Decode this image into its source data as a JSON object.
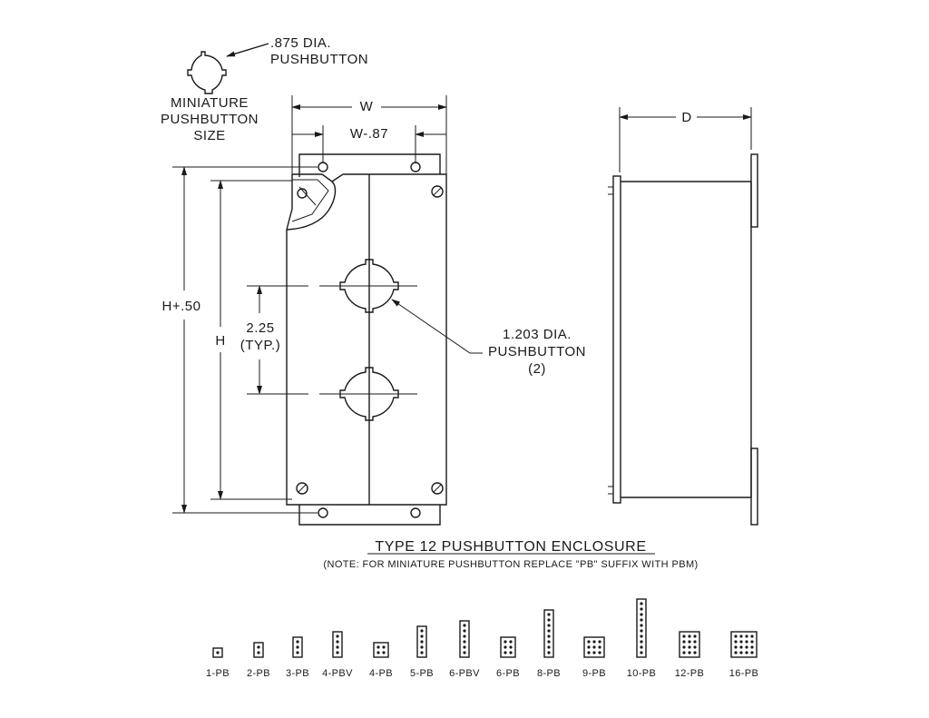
{
  "labels": {
    "mini_dia_line1": ".875 DIA.",
    "mini_dia_line2": "PUSHBUTTON",
    "mini_size_line1": "MINIATURE",
    "mini_size_line2": "PUSHBUTTON",
    "mini_size_line3": "SIZE",
    "width": "W",
    "width_minus": "W-.87",
    "depth": "D",
    "height_plus": "H+.50",
    "height": "H",
    "spacing_line1": "2.25",
    "spacing_line2": "(TYP.)",
    "pb_dia_line1": "1.203 DIA.",
    "pb_dia_line2": "PUSHBUTTON",
    "pb_dia_line3": "(2)"
  },
  "title": "TYPE 12 PUSHBUTTON ENCLOSURE",
  "note": "(NOTE: FOR MINIATURE PUSHBUTTON REPLACE \"PB\" SUFFIX WITH PBM)",
  "variants": [
    {
      "label": "1-PB",
      "cols": 1,
      "rows": 1
    },
    {
      "label": "2-PB",
      "cols": 1,
      "rows": 2
    },
    {
      "label": "3-PB",
      "cols": 1,
      "rows": 3
    },
    {
      "label": "4-PBV",
      "cols": 1,
      "rows": 4
    },
    {
      "label": "4-PB",
      "cols": 2,
      "rows": 2
    },
    {
      "label": "5-PB",
      "cols": 1,
      "rows": 5
    },
    {
      "label": "6-PBV",
      "cols": 1,
      "rows": 6
    },
    {
      "label": "6-PB",
      "cols": 2,
      "rows": 3
    },
    {
      "label": "8-PB",
      "cols": 1,
      "rows": 8
    },
    {
      "label": "9-PB",
      "cols": 3,
      "rows": 3
    },
    {
      "label": "10-PB",
      "cols": 1,
      "rows": 10
    },
    {
      "label": "12-PB",
      "cols": 3,
      "rows": 4
    },
    {
      "label": "16-PB",
      "cols": 4,
      "rows": 4
    }
  ]
}
